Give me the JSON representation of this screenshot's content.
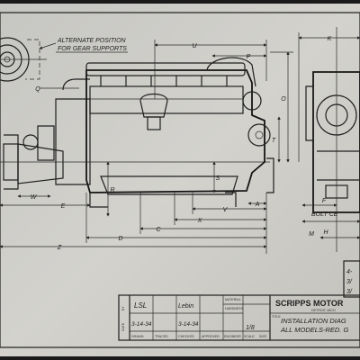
{
  "callout": {
    "line1": "ALTERNATE POSITION",
    "line2": "FOR GEAR SUPPORTS"
  },
  "dimensions": {
    "u": "U",
    "p": "P",
    "k": "K",
    "q": "Q",
    "o": "O",
    "t": "T",
    "w": "W",
    "e": "E",
    "r": "R",
    "s": "S",
    "v": "V",
    "x": "X",
    "a": "A",
    "c": "C",
    "d": "D",
    "z": "Z",
    "f": "F",
    "h": "H",
    "m": "M"
  },
  "partial_texts": {
    "bolt_center": "BOLT CE",
    "side_note_1": "4-",
    "side_note_2": "3/",
    "side_note_3": "3/"
  },
  "title_block": {
    "company": "SCRIPPS MOTOR",
    "company_sub": "DETROIT, MICH",
    "title_line1": "INSTALLATION DIAG",
    "title_line2": "ALL MODELS-RED. G",
    "material_label": "MATERIAL",
    "hardness_label": "HARDNESS",
    "title_label": "TITLE",
    "drawn_by": "LSL",
    "traced_by": "Lebin",
    "drawn_date": "3-14-34",
    "traced_date": "3-14-34",
    "scale": "1/8",
    "col_labels": [
      "DRAWN",
      "TRACED",
      "CHECKED",
      "APPROVED",
      "ENGINEER",
      "SCALE"
    ],
    "col_size": "SIZE",
    "row_label_by": "BY",
    "row_label_date": "DATE"
  }
}
